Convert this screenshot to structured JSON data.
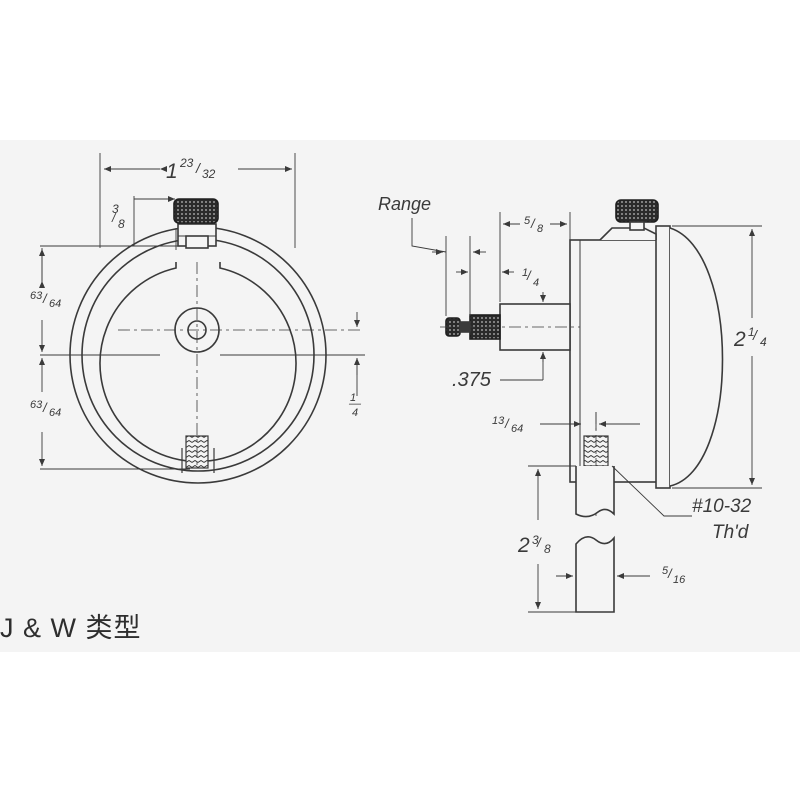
{
  "caption": {
    "model": "J & W",
    "suffix": "类型"
  },
  "front_view": {
    "width_whole": "1",
    "width_num": "23",
    "width_den": "32",
    "stem_num": "3",
    "stem_den": "8",
    "upper_num": "63",
    "upper_den": "64",
    "lower_num": "63",
    "lower_den": "64",
    "offset_num": "1",
    "offset_den": "4"
  },
  "side_view": {
    "range_label": "Range",
    "depth_num": "5",
    "depth_den": "8",
    "tip_num": "1",
    "tip_den": "4",
    "stem_dia": ".375",
    "height_whole": "2",
    "height_num": "1",
    "height_den": "4",
    "offset_num": "13",
    "offset_den": "64",
    "thread_size": "#10-32",
    "thread_label": "Th'd",
    "rod_whole": "2",
    "rod_num": "3",
    "rod_den": "8",
    "rod_dia_num": "5",
    "rod_dia_den": "16"
  },
  "colors": {
    "line": "#3a3a3a",
    "paper": "#f4f4f4"
  }
}
